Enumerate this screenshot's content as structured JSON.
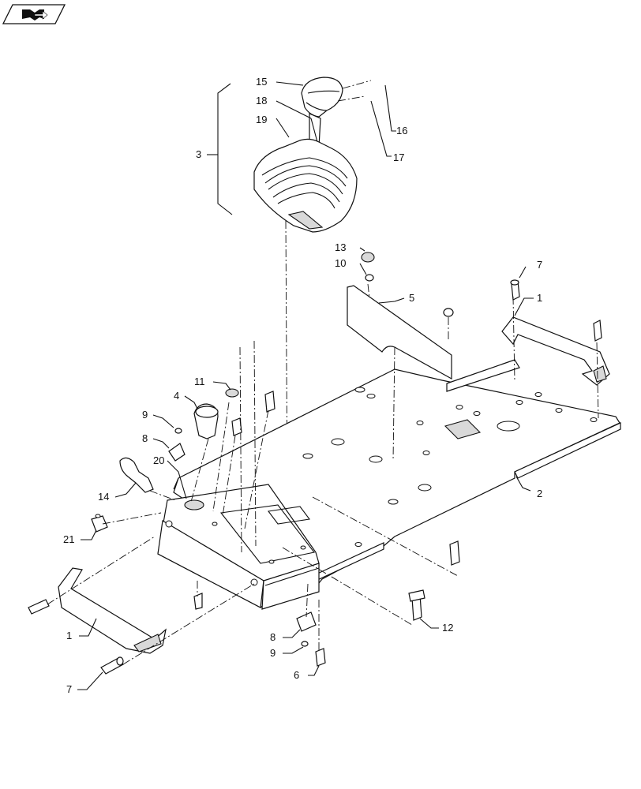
{
  "nav_icon": "book-with-arrow-icon",
  "callouts": [
    {
      "id": "15",
      "text": "15"
    },
    {
      "id": "18",
      "text": "18"
    },
    {
      "id": "19",
      "text": "19"
    },
    {
      "id": "16",
      "text": "16"
    },
    {
      "id": "17",
      "text": "17"
    },
    {
      "id": "3",
      "text": "3"
    },
    {
      "id": "13",
      "text": "13"
    },
    {
      "id": "10",
      "text": "10"
    },
    {
      "id": "7a",
      "text": "7"
    },
    {
      "id": "1a",
      "text": "1"
    },
    {
      "id": "5",
      "text": "5"
    },
    {
      "id": "11",
      "text": "11"
    },
    {
      "id": "4",
      "text": "4"
    },
    {
      "id": "9a",
      "text": "9"
    },
    {
      "id": "8a",
      "text": "8"
    },
    {
      "id": "20",
      "text": "20"
    },
    {
      "id": "14",
      "text": "14"
    },
    {
      "id": "21",
      "text": "21"
    },
    {
      "id": "2",
      "text": "2"
    },
    {
      "id": "1b",
      "text": "1"
    },
    {
      "id": "7b",
      "text": "7"
    },
    {
      "id": "8b",
      "text": "8"
    },
    {
      "id": "9b",
      "text": "9"
    },
    {
      "id": "6",
      "text": "6"
    },
    {
      "id": "12",
      "text": "12"
    }
  ]
}
